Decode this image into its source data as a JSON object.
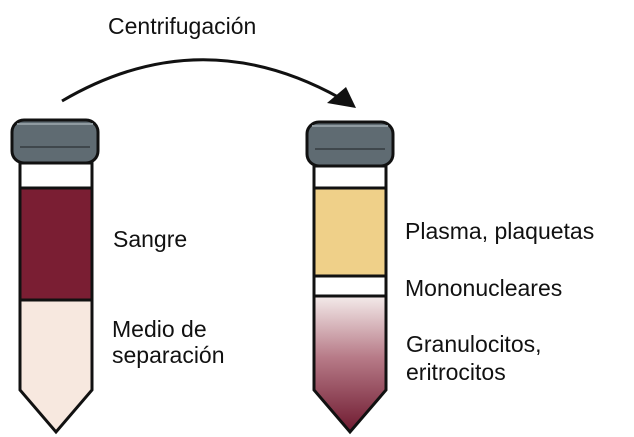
{
  "process": {
    "arrow_label": "Centrifugación"
  },
  "tube_before": {
    "layers": {
      "blood": "Sangre",
      "medium_line1": "Medio de",
      "medium_line2": "separación"
    }
  },
  "tube_after": {
    "layers": {
      "plasma": "Plasma, plaquetas",
      "mononuclear": "Mononucleares",
      "granulocytes_line1": "Granulocitos,",
      "granulocytes_line2": "eritrocitos"
    }
  },
  "colors": {
    "cap": "#5f6b72",
    "outline": "#111111",
    "blood": "#7a1e33",
    "medium": "#f7e8df",
    "plasma": "#efd089",
    "pellet_dark": "#7a1e33",
    "pellet_light": "#f1e5e3"
  }
}
